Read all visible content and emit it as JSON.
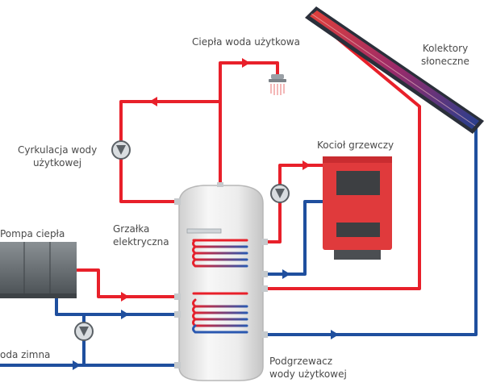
{
  "labels": {
    "hot_water": "Ciepła woda użytkowa",
    "collectors_l1": "Kolektory",
    "collectors_l2": "słoneczne",
    "circulation_l1": "Cyrkulacja wody",
    "circulation_l2": "użytkowej",
    "boiler": "Kocioł grzewczy",
    "heater_l1": "Grzałka",
    "heater_l2": "elektryczna",
    "heat_pump": "Pompa ciepła",
    "cold_water": "oda zimna",
    "tank_l1": "Podgrzewacz",
    "tank_l2": "wody użytkowej"
  },
  "colors": {
    "hot": "#e8202a",
    "cold": "#1f4f9e",
    "boiler_red": "#e03a3c",
    "tank": "#eeeeee",
    "text": "#4a4a4a"
  }
}
